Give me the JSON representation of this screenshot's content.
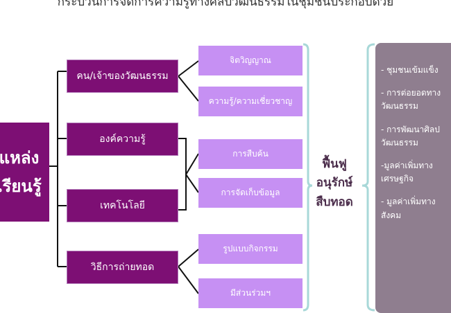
{
  "title": "กระบวนการจัดการความรู้ทางศิลปวัฒนธรรมในชุมชนประกอบด้วย",
  "root": "แหล่งเรียนรู้",
  "categories": [
    "คน/เจ้าของวัฒนธรรม",
    "องค์ความรู้",
    "เทคโนโลยี",
    "วิธีการถ่ายทอด"
  ],
  "details": [
    "จิตวิญญาณ",
    "ความรู้/ความเชี่ยวชาญ",
    "การสืบค้น",
    "การจัดเก็บข้อมูล",
    "รูปแบบกิจกรรม",
    "มีส่วนร่วมฯ"
  ],
  "center": [
    "ฟื้นฟู",
    "อนุรักษ์",
    "สืบทอด"
  ],
  "outcomes": [
    "- ชุมชนเข้มแข็ง",
    "- การต่อยอดทางวัฒนธรรม",
    "- การพัฒนาศิลปวัฒนธรรม",
    "-มูลค่าเพิ่มทางเศรษฐกิจ",
    "- มูลค่าเพิ่มทางสังคม"
  ],
  "colors": {
    "dark": "#7d0f74",
    "light": "#c690f3",
    "outcome": "#8f7e8f",
    "bracket": "#a8d8d8"
  }
}
